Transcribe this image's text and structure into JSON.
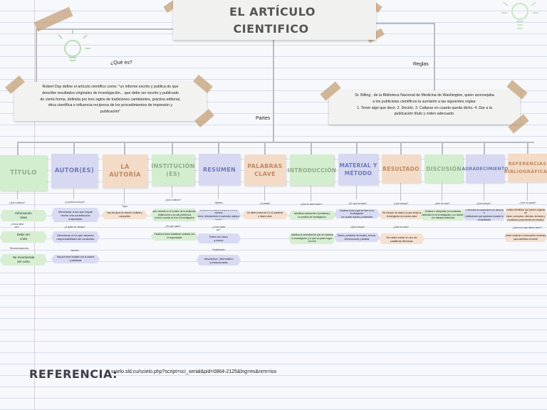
{
  "title": {
    "line1": "EL ARTÍCULO",
    "line2": "CIENTIFICO"
  },
  "branches": {
    "que_es": "¿Qué es?",
    "reglas": "Reglas",
    "partes": "Partes"
  },
  "definition": {
    "l1": "Robert Day define el artículo científico como: \"un informe escrito y publica do que",
    "l2": "describe resultados originales de investigación... que debe ser escrito y publicado",
    "l3": "de cierta forma, definida por tres siglos de tradiciones cambiantes, práctica editorial,",
    "l4": "ética científica e influencia recíproca de los procedimientos de impresión y",
    "l5": "publicación\""
  },
  "rules": {
    "l1": "Sr. Billing , de la Biblioteca Nacional de Medicina de Washington, quien aconsejaba",
    "l2": "a los publicistas científicos la sumisión a las siguientes reglas:",
    "l3": "1. Tener algo que decir. 2. Decirlo. 3. Callarse en cuanto queda dicho. 4. Dar a la",
    "l4": "publicación título y orden adecuado."
  },
  "parts": [
    {
      "label1": "TÍTULO",
      "label2": ""
    },
    {
      "label1": "AUTOR(ES)",
      "label2": ""
    },
    {
      "label1": "LA",
      "label2": "AUTORÍA"
    },
    {
      "label1": "INSTITUCIÓN",
      "label2": "(ES)"
    },
    {
      "label1": "RESUMEN",
      "label2": ""
    },
    {
      "label1": "PALABRAS",
      "label2": "CLAVE"
    },
    {
      "label1": "INTRODUCCIÓN",
      "label2": ""
    },
    {
      "label1": "MATERIAL Y",
      "label2": "MÉTODO"
    },
    {
      "label1": "RESULTADO",
      "label2": ""
    },
    {
      "label1": "DISCUSIÓN",
      "label2": ""
    },
    {
      "label1": "AGRADECIMIENTO",
      "label2": ""
    },
    {
      "label1": "REFERENCIAS",
      "label2": "BIBLIOGRÁFICAS"
    }
  ],
  "details": {
    "titulo": {
      "q1": "¿Qué contiene?",
      "a1a": "Información",
      "a1b": "clara",
      "q2a": "¿Cómo debe",
      "q2b": "ser?",
      "a2a": "Debe ser",
      "a2b": "corto",
      "q3": "Recomendaciones",
      "a3a": "Se recomienda",
      "a3b": "ser corto"
    },
    "autores": {
      "q1": "¿A quiénes incluye?",
      "a1a": "Mencionar a los que hayan",
      "a1b": "hecho una contribución",
      "a1c": "importante",
      "q2": "¿A quién se incluye?",
      "a2a": "Mencionar a los que asuman",
      "a2b": "responsabilidad del contenido",
      "q3": "Nombre",
      "a3a": "Hay que tener cuidado con la autoría",
      "a3b": "y justificada"
    },
    "autoria": {
      "q1": "Tipos",
      "a1": "Hay dos tipos de autoría: múltiple y compartida"
    },
    "institucion": {
      "q1": "¿Qué contiene?",
      "a1a": "Debe consistir en el nombre de la institución o",
      "a1b": "instituciones a la cual pertenecía",
      "a1c": "el autor cuando se hizo la investigación",
      "q2": "¿En qué parte?",
      "a2a": "Facilita al lector establecer contacto con",
      "a2b": "el responsable"
    },
    "resumen": {
      "q1": "Objetivo",
      "a1a": "Describe el artículo completo en una manera",
      "a1b": "breve; directamente el contenido rápida y preciso",
      "q2a": "¿Cómo debe",
      "q2b": "ser?",
      "a2a": "Debe ser claro",
      "a2b": "y breve",
      "q3": "Clasificación",
      "a3a": "descriptivo, informativo",
      "a3b": "y estructurado"
    },
    "palabras": {
      "q1": "¿Cuántas?",
      "a1": "Se deben incluir de 3 a 10 palabras o frases clave"
    },
    "introduccion": {
      "q1": "¿Qué se debe hacer?",
      "a1a": "Identificar claramente el problema y",
      "a1b": "la cuestión de investigación",
      "a2a": "Justificar la necesidad de que se realizara",
      "a2b": "la investigación y lo que se quiere lograr",
      "a2c": "con ella"
    },
    "material": {
      "q1": "¿En qué se basa?",
      "a1a": "Explicar cómo y qué se hizo en la investigación",
      "a1b": "con cuales sujetos y materiales",
      "q2": "¿Qué incluye?",
      "a2a": "Diseño, población de estudio, entorno,",
      "a2b": "intervenciones y análisis"
    },
    "resultado": {
      "q1": "¿Qué incluye?",
      "a1a": "Se incluyen los datos y lo que arrojó la",
      "a1b": "investigación de manera clara",
      "q2": "¿Qué se evita?",
      "a2a": "Se debe evitar el uso de",
      "a2b": "palabras técnicas"
    },
    "discusion": {
      "q1": "¿Qué se hace?",
      "a1a": "Analizar e interpretar los resultados",
      "a1b": "obtenidos en la investigación y su relación",
      "a1c": "con trabajos anteriores"
    },
    "agradecimiento": {
      "q1": "¿Qué incluye?",
      "a1a": "Se reconoce la cooperación de personas e",
      "a1b": "instituciones que ayudaron durante la",
      "a1c": "investigación"
    },
    "referencias": {
      "q1": "¿Qué se ajusta?",
      "a1a": "Permiten identificar las fuentes originales de",
      "a1b": "ideas, conceptos, métodos, técnicas y",
      "a1c": "resultados provenientes de estudios",
      "q2": "¿Qué es lo que deben tener?",
      "a2a": "Deben contener la información necesaria",
      "a2b": "para identificar la fuente"
    }
  },
  "reference": {
    "label": "REFERENCIA:",
    "url": "scielo.sld.cu/scielo.php?script=sci_serial&pid=0864-2125&lng=es&nrm=iso"
  }
}
